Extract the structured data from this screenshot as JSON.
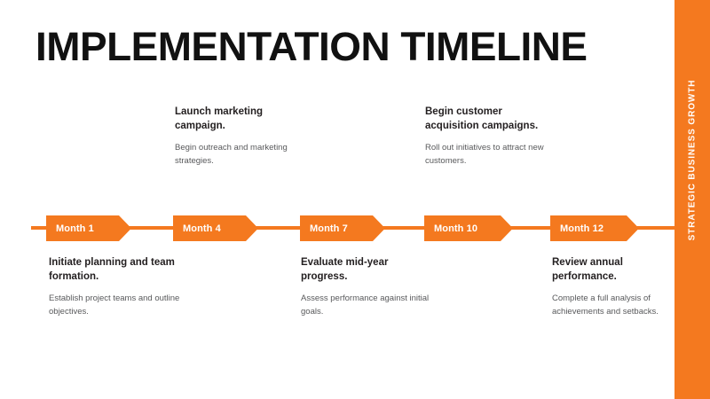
{
  "slide": {
    "title": "IMPLEMENTATION TIMELINE",
    "accent_color": "#F4791F",
    "title_color": "#111111",
    "body_color": "#58595B",
    "background_color": "#FFFFFF"
  },
  "side_band": {
    "label": "STRATEGIC BUSINESS GROWTH",
    "color": "#F4791F",
    "text_color": "#FFFFFF"
  },
  "timeline": {
    "markers": [
      {
        "label": "Month 1"
      },
      {
        "label": "Month 4"
      },
      {
        "label": "Month 7"
      },
      {
        "label": "Month 10"
      },
      {
        "label": "Month 12"
      }
    ]
  },
  "milestones": {
    "above": [
      {
        "title": "Launch marketing campaign.",
        "body": "Begin outreach and marketing strategies."
      },
      {
        "title": "Begin customer acquisition campaigns.",
        "body": "Roll out initiatives to attract new customers."
      }
    ],
    "below": [
      {
        "title": "Initiate planning and team formation.",
        "body": "Establish project teams and outline objectives."
      },
      {
        "title": "Evaluate mid-year progress.",
        "body": "Assess performance against initial goals."
      },
      {
        "title": "Review annual performance.",
        "body": "Complete a full analysis of achievements and setbacks."
      }
    ]
  }
}
